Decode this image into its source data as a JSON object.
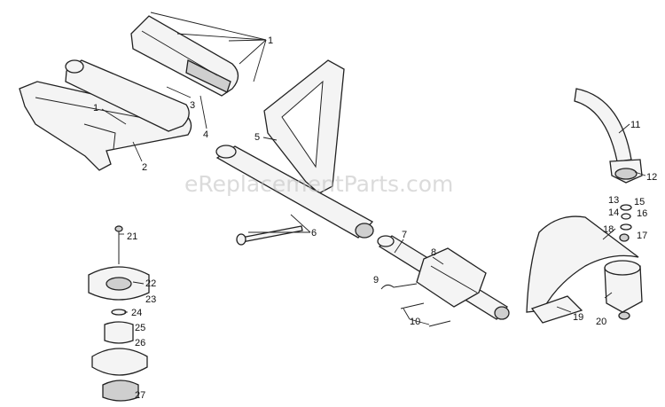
{
  "watermark": "eReplacementParts.com",
  "callouts": [
    "1",
    "1",
    "2",
    "3",
    "4",
    "5",
    "6",
    "7",
    "8",
    "9",
    "10",
    "11",
    "12",
    "13",
    "14",
    "15",
    "16",
    "17",
    "18",
    "19",
    "20",
    "21",
    "22",
    "23",
    "24",
    "25",
    "26",
    "27"
  ]
}
